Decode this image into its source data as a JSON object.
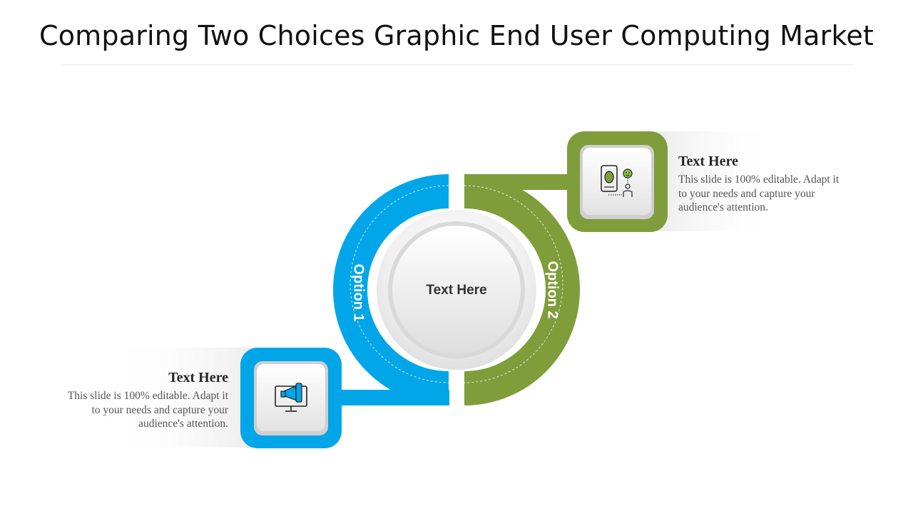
{
  "header": {
    "title": "Comparing Two Choices Graphic End User Computing Market"
  },
  "center": {
    "label": "Text Here"
  },
  "options": [
    {
      "label": "Option 1",
      "color": "#00a6e8",
      "icon": "megaphone-monitor-icon",
      "heading": "Text Here",
      "body": "This slide is 100% editable. Adapt it to your needs and capture your audience's attention."
    },
    {
      "label": "Option 2",
      "color": "#7f9d3b",
      "icon": "mobile-user-icon",
      "heading": "Text Here",
      "body": "This slide is 100% editable. Adapt it to your needs and capture your audience's attention."
    }
  ]
}
